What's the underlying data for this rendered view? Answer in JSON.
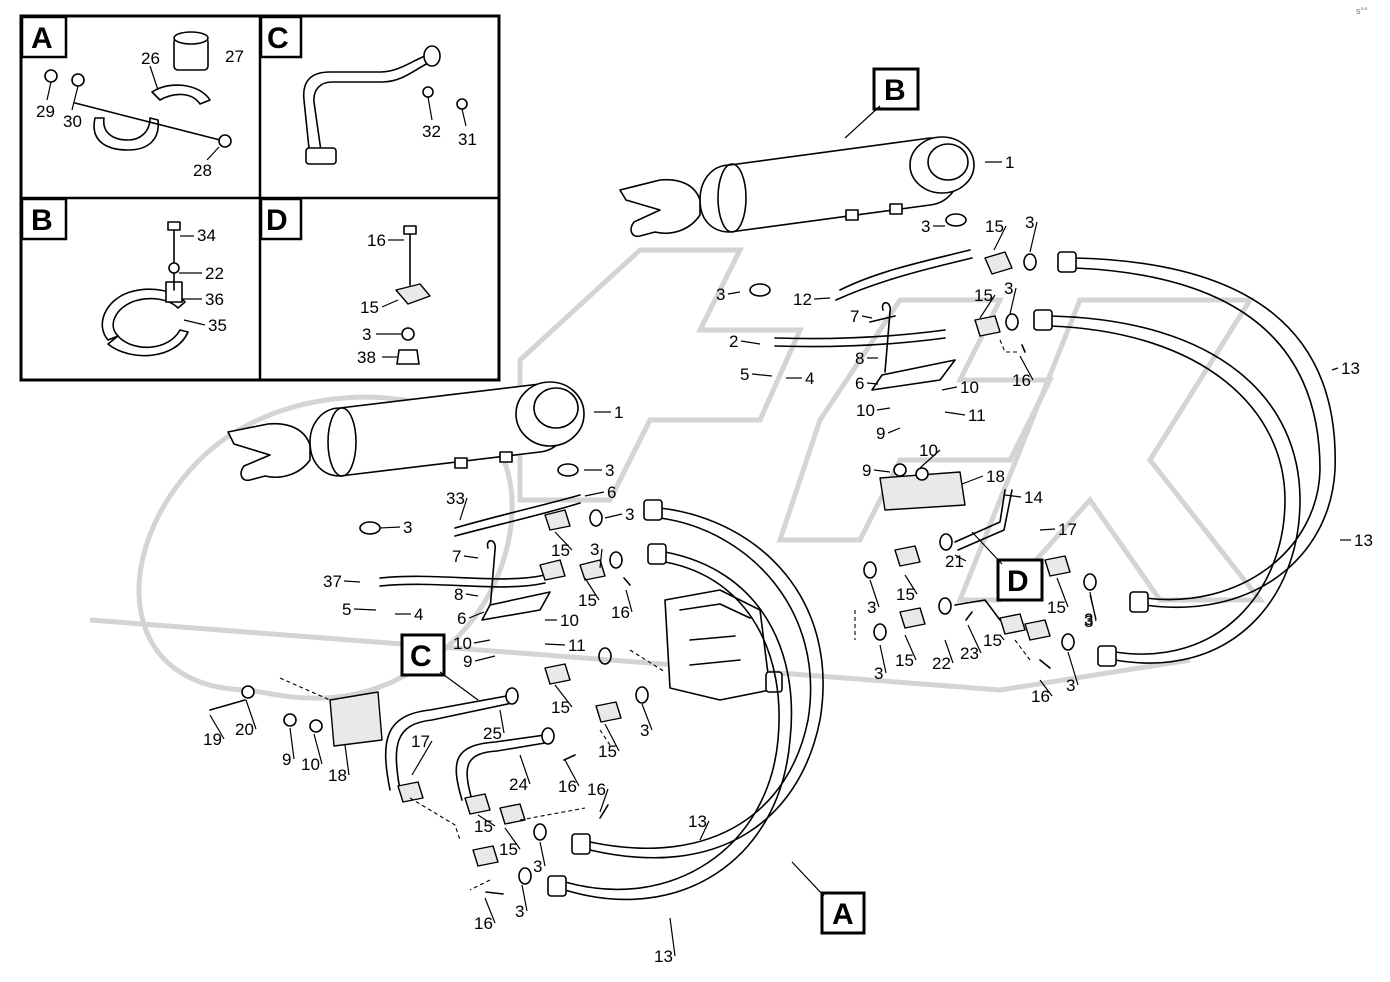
{
  "corner_mark": "s°°",
  "detail_panels": [
    {
      "letter": "A",
      "labels": [
        "26",
        "27",
        "29",
        "30",
        "28"
      ]
    },
    {
      "letter": "C",
      "labels": [
        "32",
        "31"
      ]
    },
    {
      "letter": "B",
      "labels": [
        "34",
        "22",
        "36",
        "35"
      ]
    },
    {
      "letter": "D",
      "labels": [
        "16",
        "15",
        "3",
        "38"
      ]
    }
  ],
  "callouts": {
    "B": "B",
    "A": "A",
    "C": "C",
    "D": "D"
  },
  "part_labels": [
    {
      "id": "ur-1",
      "text": "1"
    },
    {
      "id": "ur-3a",
      "text": "3"
    },
    {
      "id": "ur-15a",
      "text": "15"
    },
    {
      "id": "ur-3b",
      "text": "3"
    },
    {
      "id": "ur-3c",
      "text": "3"
    },
    {
      "id": "ur-12",
      "text": "12"
    },
    {
      "id": "ur-15b",
      "text": "15"
    },
    {
      "id": "ur-3d",
      "text": "3"
    },
    {
      "id": "ur-7",
      "text": "7"
    },
    {
      "id": "ur-2",
      "text": "2"
    },
    {
      "id": "ur-8",
      "text": "8"
    },
    {
      "id": "ur-5",
      "text": "5"
    },
    {
      "id": "ur-4",
      "text": "4"
    },
    {
      "id": "ur-6",
      "text": "6"
    },
    {
      "id": "ur-16",
      "text": "16"
    },
    {
      "id": "ur-10a",
      "text": "10"
    },
    {
      "id": "ur-10b",
      "text": "10"
    },
    {
      "id": "ur-11",
      "text": "11"
    },
    {
      "id": "ur-9",
      "text": "9"
    },
    {
      "id": "ur-13",
      "text": "13"
    },
    {
      "id": "mid-10",
      "text": "10"
    },
    {
      "id": "mid-9",
      "text": "9"
    },
    {
      "id": "mid-18",
      "text": "18"
    },
    {
      "id": "mid-14",
      "text": "14"
    },
    {
      "id": "mid-17",
      "text": "17"
    },
    {
      "id": "mid-21",
      "text": "21"
    },
    {
      "id": "mid-13",
      "text": "13"
    },
    {
      "id": "mid-3a",
      "text": "3"
    },
    {
      "id": "mid-15a",
      "text": "15"
    },
    {
      "id": "mid-15b",
      "text": "15"
    },
    {
      "id": "mid-3b",
      "text": "3"
    },
    {
      "id": "mid-15c",
      "text": "15"
    },
    {
      "id": "mid-3c",
      "text": "3"
    },
    {
      "id": "mid-22",
      "text": "22"
    },
    {
      "id": "mid-23",
      "text": "23"
    },
    {
      "id": "mid-15d",
      "text": "15"
    },
    {
      "id": "mid-3d",
      "text": "3"
    },
    {
      "id": "mid-16",
      "text": "16"
    },
    {
      "id": "mid-3e",
      "text": "3"
    },
    {
      "id": "ll-1",
      "text": "1"
    },
    {
      "id": "ll-3a",
      "text": "3"
    },
    {
      "id": "ll-6",
      "text": "6"
    },
    {
      "id": "ll-33",
      "text": "33"
    },
    {
      "id": "ll-3b",
      "text": "3"
    },
    {
      "id": "ll-3c",
      "text": "3"
    },
    {
      "id": "ll-15a",
      "text": "15"
    },
    {
      "id": "ll-7",
      "text": "7"
    },
    {
      "id": "ll-3d",
      "text": "3"
    },
    {
      "id": "ll-37",
      "text": "37"
    },
    {
      "id": "ll-8",
      "text": "8"
    },
    {
      "id": "ll-15b",
      "text": "15"
    },
    {
      "id": "ll-16a",
      "text": "16"
    },
    {
      "id": "ll-5",
      "text": "5"
    },
    {
      "id": "ll-4",
      "text": "4"
    },
    {
      "id": "ll-6b",
      "text": "6"
    },
    {
      "id": "ll-10a",
      "text": "10"
    },
    {
      "id": "ll-10b",
      "text": "10"
    },
    {
      "id": "ll-11",
      "text": "11"
    },
    {
      "id": "ll-9",
      "text": "9"
    },
    {
      "id": "bl-19",
      "text": "19"
    },
    {
      "id": "bl-20",
      "text": "20"
    },
    {
      "id": "bl-9",
      "text": "9"
    },
    {
      "id": "bl-10",
      "text": "10"
    },
    {
      "id": "bl-18",
      "text": "18"
    },
    {
      "id": "bl-17",
      "text": "17"
    },
    {
      "id": "bl-25",
      "text": "25"
    },
    {
      "id": "bl-15a",
      "text": "15"
    },
    {
      "id": "bl-15b",
      "text": "15"
    },
    {
      "id": "bl-3a",
      "text": "3"
    },
    {
      "id": "bl-24",
      "text": "24"
    },
    {
      "id": "bl-16a",
      "text": "16"
    },
    {
      "id": "bl-16b",
      "text": "16"
    },
    {
      "id": "bl-15c",
      "text": "15"
    },
    {
      "id": "bl-15d",
      "text": "15"
    },
    {
      "id": "bl-3b",
      "text": "3"
    },
    {
      "id": "bl-13a",
      "text": "13"
    },
    {
      "id": "bl-3c",
      "text": "3"
    },
    {
      "id": "bl-16c",
      "text": "16"
    },
    {
      "id": "bl-13b",
      "text": "13"
    }
  ]
}
